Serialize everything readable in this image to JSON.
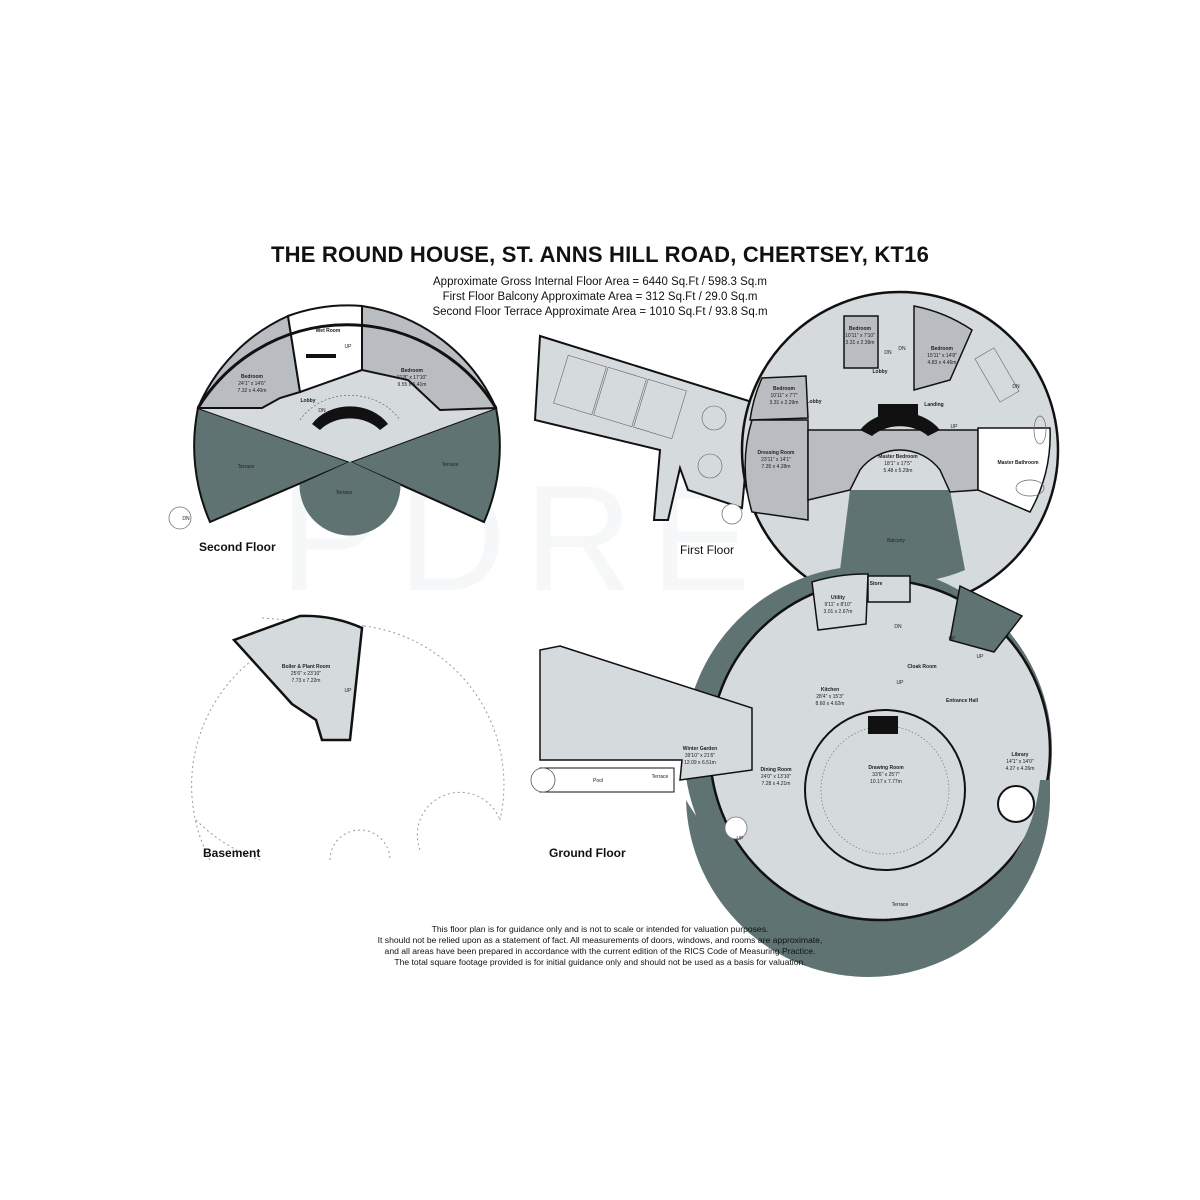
{
  "title": "THE ROUND HOUSE, ST. ANNS HILL ROAD, CHERTSEY, KT16",
  "areas": [
    "Approximate Gross Internal Floor Area = 6440 Sq.Ft / 598.3 Sq.m",
    "First Floor Balcony Approximate Area = 312 Sq.Ft / 29.0 Sq.m",
    "Second Floor Terrace Approximate Area = 1010 Sq.Ft / 93.8 Sq.m"
  ],
  "floors": {
    "second": "Second Floor",
    "first": "First Floor",
    "basement": "Basement",
    "ground": "Ground Floor"
  },
  "watermark": "PDRE",
  "rooms": {
    "second": {
      "wet_room": "Wet Room",
      "bedroom_left": {
        "name": "Bedroom",
        "imp": "24'1\" x 14'6\"",
        "met": "7.32 x 4.40m"
      },
      "bedroom_right": {
        "name": "Bedroom",
        "imp": "31'8\" x 17'10\"",
        "met": "9.55 x 5.41m"
      },
      "lobby": "Lobby",
      "terrace_left": "Terrace",
      "terrace_right": "Terrace",
      "terrace_center": "Terrace",
      "up": "UP",
      "dn": "DN",
      "dn_spiral": "DN"
    },
    "first": {
      "bedroom_top": {
        "name": "Bedroom",
        "imp": "10'11\" x 7'10\"",
        "met": "3.31 x 2.39m"
      },
      "bedroom_right": {
        "name": "Bedroom",
        "imp": "15'11\" x 14'8\"",
        "met": "4.83 x 4.46m"
      },
      "bedroom_left": {
        "name": "Bedroom",
        "imp": "10'11\" x 7'7\"",
        "met": "3.31 x 2.29m"
      },
      "lobby_top": "Lobby",
      "lobby_left": "Lobby",
      "landing": "Landing",
      "dressing_room": {
        "name": "Dressing Room",
        "imp": "23'11\" x 14'1\"",
        "met": "7.35 x 4.28m"
      },
      "master_bedroom": {
        "name": "Master Bedroom",
        "imp": "18'1\" x 17'5\"",
        "met": "5.48 x 5.29m"
      },
      "master_bathroom": "Master Bathroom",
      "balcony": "Balcony",
      "dn1": "DN",
      "dn2": "DN",
      "dn3": "DN",
      "up1": "UP"
    },
    "basement": {
      "boiler": {
        "name": "Boiler & Plant Room",
        "imp": "25'6\" x 23'10\"",
        "met": "7.73 x 7.22m"
      },
      "up": "UP"
    },
    "ground": {
      "utility": {
        "name": "Utility",
        "imp": "9'11\" x 8'10\"",
        "met": "3.01 x 2.67m"
      },
      "store": "Store",
      "kitchen": {
        "name": "Kitchen",
        "imp": "28'4\" x 15'3\"",
        "met": "8.60 x 4.62m"
      },
      "cloak_room": "Cloak Room",
      "entrance_hall": "Entrance Hall",
      "winter_garden": {
        "name": "Winter Garden",
        "imp": "39'10\" x 21'6\"",
        "met": "12.09 x 6.51m"
      },
      "dining_room": {
        "name": "Dining Room",
        "imp": "24'0\" x 13'10\"",
        "met": "7.28 x 4.21m"
      },
      "drawing_room": {
        "name": "Drawing Room",
        "imp": "33'6\" x 25'7\"",
        "met": "10.17 x 7.77m"
      },
      "library": {
        "name": "Library",
        "imp": "14'1\" x 14'0\"",
        "met": "4.27 x 4.26m"
      },
      "pool": "Pool",
      "terrace_small": "Terrace",
      "terrace_big": "Terrace",
      "dn": "DN",
      "up1": "UP",
      "up2": "UP",
      "up3": "UP",
      "up4": "UP"
    }
  },
  "disclaimer": [
    "This floor plan is for guidance only and is not to scale or intended for valuation purposes.",
    "It should not be relied upon as a statement of fact. All measurements of doors, windows, and rooms are approximate,",
    "and all areas have been prepared in accordance with the current edition of the RICS Code of Measuring Practice.",
    "The total square footage provided is for initial guidance only and should not be used as a basis for valuation."
  ],
  "colors": {
    "terrace": "#5f7372",
    "room_grey": "#b9bcc1",
    "floor_light": "#d5dadd",
    "wall": "#111111",
    "dotted": "#9a9a9a"
  }
}
